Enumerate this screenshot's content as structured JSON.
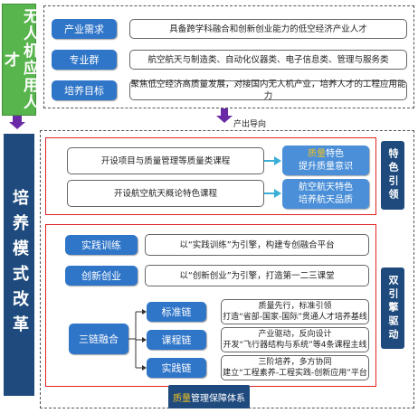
{
  "left_top_label": "无人机应用人才",
  "left_bottom_label": "培养模式改革",
  "top_rows": [
    {
      "label": "产业需求",
      "text": "具备跨学科融合和创新创业能力的低空经济产业人才"
    },
    {
      "label": "专业群",
      "text": "航空航天与制造类、自动化仪器类、电子信息类、管理与服务类"
    },
    {
      "label": "培养目标",
      "text": "聚焦低空经济高质量发展，对接国内无人机产业，培养人才的工程应用能力"
    }
  ],
  "output_label": "产出导向",
  "course_section": {
    "rows": [
      {
        "text": "开设项目与质量管理等质量类课程",
        "result_hl": "质量",
        "result_rest": "特色",
        "result_line2": "提升质量意识"
      },
      {
        "text": "开设航空航天概论特色课程",
        "result_line1": "航空航天特色",
        "result_line2": "培养航天品质"
      }
    ],
    "side_label": "特色引领"
  },
  "dual_section": {
    "rows": [
      {
        "label": "实践训练",
        "text": "以“实践训练”为引擎，构建专创融合平台"
      },
      {
        "label": "创新创业",
        "text": "以“创新创业”为引擎，打造第一二三课堂"
      }
    ],
    "three_chain": {
      "label": "三链融合",
      "chains": [
        {
          "label": "标准链",
          "line1": "质量先行，标准引领",
          "line2": "打造“省部-国家-国际”贯通人才培养基线"
        },
        {
          "label": "课程链",
          "line1": "产业驱动，反向设计",
          "line2": "开发“飞行器结构与系统”等4条课程主线"
        },
        {
          "label": "实践链",
          "line1": "三阶培养，多方协同",
          "line2": "建立“工程素养-工程实践-创新应用”平台"
        }
      ]
    },
    "side_label": "双引擎驱动"
  },
  "bottom_label_hl": "质量",
  "bottom_label_rest": "管理保障体系",
  "colors": {
    "green": "#58b44d",
    "navy": "#1e4a7d",
    "blue": "#2f75c8",
    "red": "#e02424",
    "purple": "#6a2aa6",
    "teal": "#3ab0d8"
  }
}
